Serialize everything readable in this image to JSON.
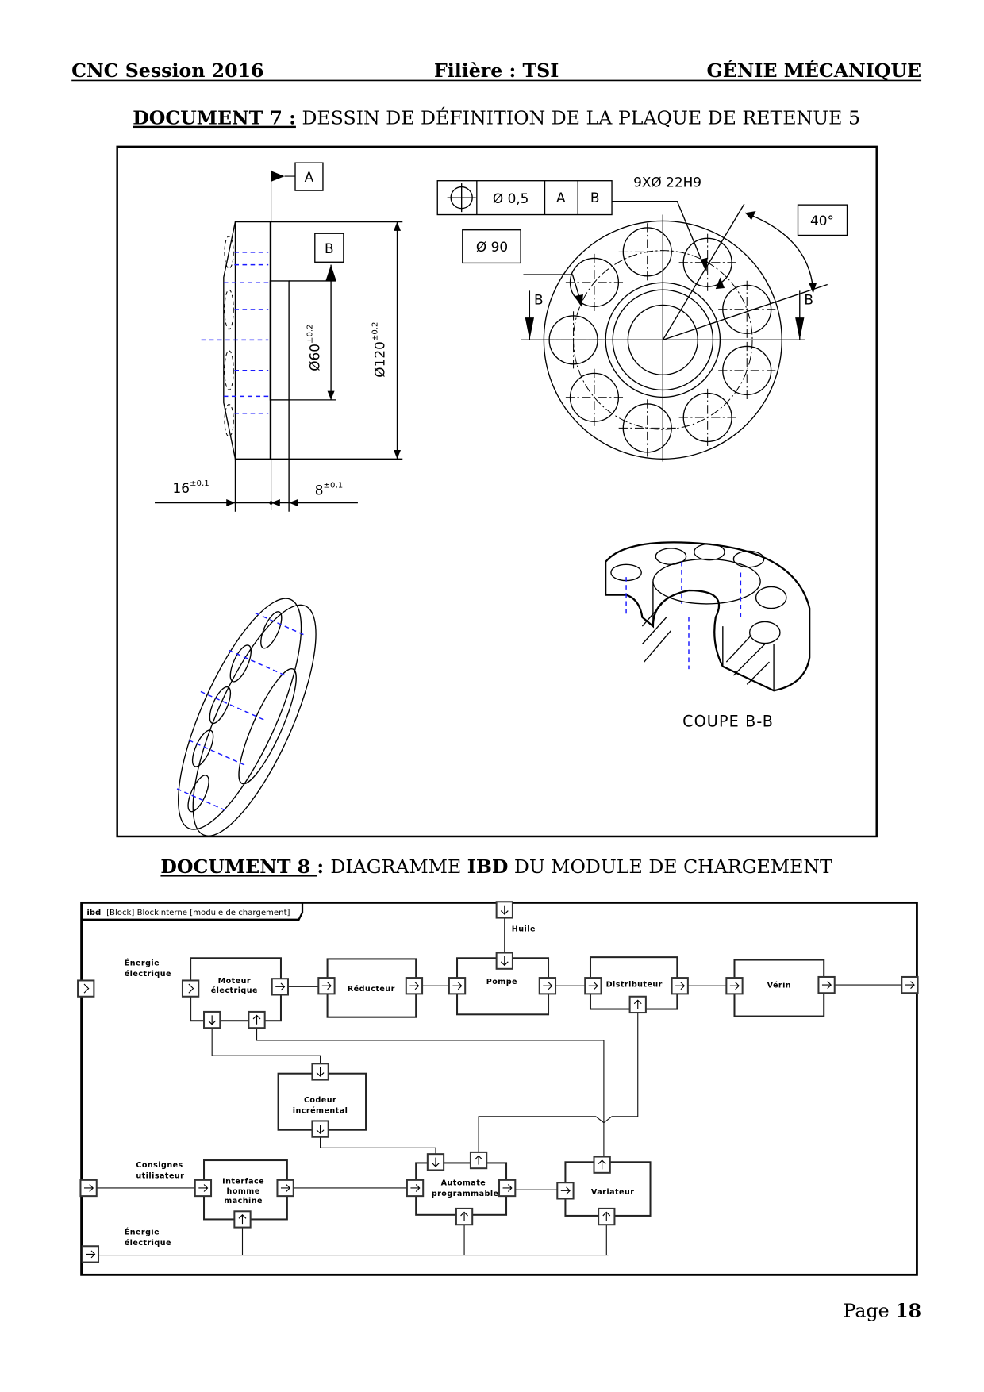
{
  "header": {
    "left": "CNC Session 2016",
    "center": "Filière : TSI",
    "right": "GÉNIE MÉCANIQUE"
  },
  "document7": {
    "label": "DOCUMENT 7 :",
    "title": " DESSIN DE DÉFINITION DE LA PLAQUE DE RETENUE 5",
    "datum_a": "A",
    "datum_b": "B",
    "dim_d60": "Ø60",
    "dim_d60_tol": "±0.2",
    "dim_d120": "Ø120",
    "dim_d120_tol": "±0.2",
    "dim_16": "16",
    "dim_16_tol": "±0,1",
    "dim_8": "8",
    "dim_8_tol": "±0,1",
    "fcf": {
      "tolerance": "Ø 0,5",
      "datum1": "A",
      "datum2": "B"
    },
    "pcd": "Ø 90",
    "holes": "9XØ 22H9",
    "angle": "40°",
    "section_mark": "B",
    "section_title": "COUPE B-B"
  },
  "document8": {
    "label": "DOCUMENT 8 ",
    "colon": ": ",
    "title_a": "DIAGRAMME ",
    "title_b": "IBD",
    "title_c": " DU MODULE DE CHARGEMENT",
    "frame_kind": "ibd",
    "frame_label": "[Block] Blockinterne [module de chargement]",
    "blocks": {
      "moteur": [
        "Moteur",
        "électrique"
      ],
      "reducteur": "Réducteur",
      "pompe": "Pompe",
      "distributeur": "Distributeur",
      "verin": "Vérin",
      "codeur": [
        "Codeur",
        "incrémental"
      ],
      "ihm": [
        "Interface",
        "homme",
        "machine"
      ],
      "automate": [
        "Automate",
        "programmable"
      ],
      "variateur": "Variateur"
    },
    "flows": {
      "energie_top": [
        "Énergie",
        "électrique"
      ],
      "huile": "Huile",
      "consignes": [
        "Consignes",
        "utilisateur"
      ],
      "energie_bottom": [
        "Énergie",
        "électrique"
      ]
    }
  },
  "footer": {
    "page_label": "Page ",
    "page_number": "18"
  }
}
